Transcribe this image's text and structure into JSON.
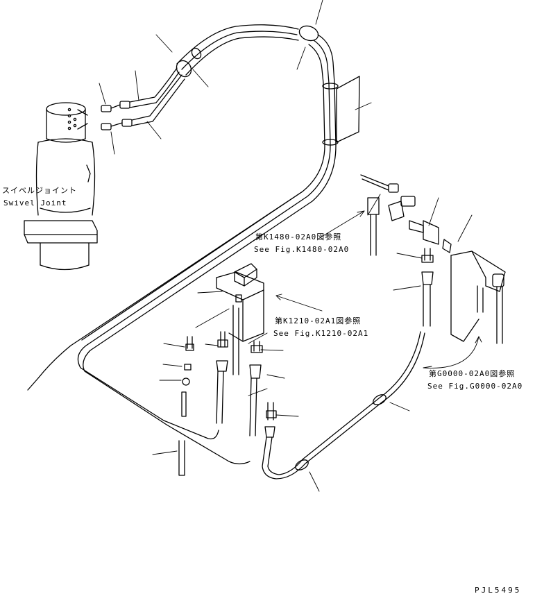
{
  "swivel_joint": {
    "label_jp": "スイベルジョイント",
    "label_en": "Swivel Joint"
  },
  "references": [
    {
      "jp": "第K1480-02A0図参照",
      "en": "See Fig.K1480-02A0"
    },
    {
      "jp": "第K1210-02A1図参照",
      "en": "See Fig.K1210-02A1"
    },
    {
      "jp": "第G0000-02A0図参照",
      "en": "See Fig.G0000-02A0"
    }
  ],
  "drawing_code": "PJL5495"
}
